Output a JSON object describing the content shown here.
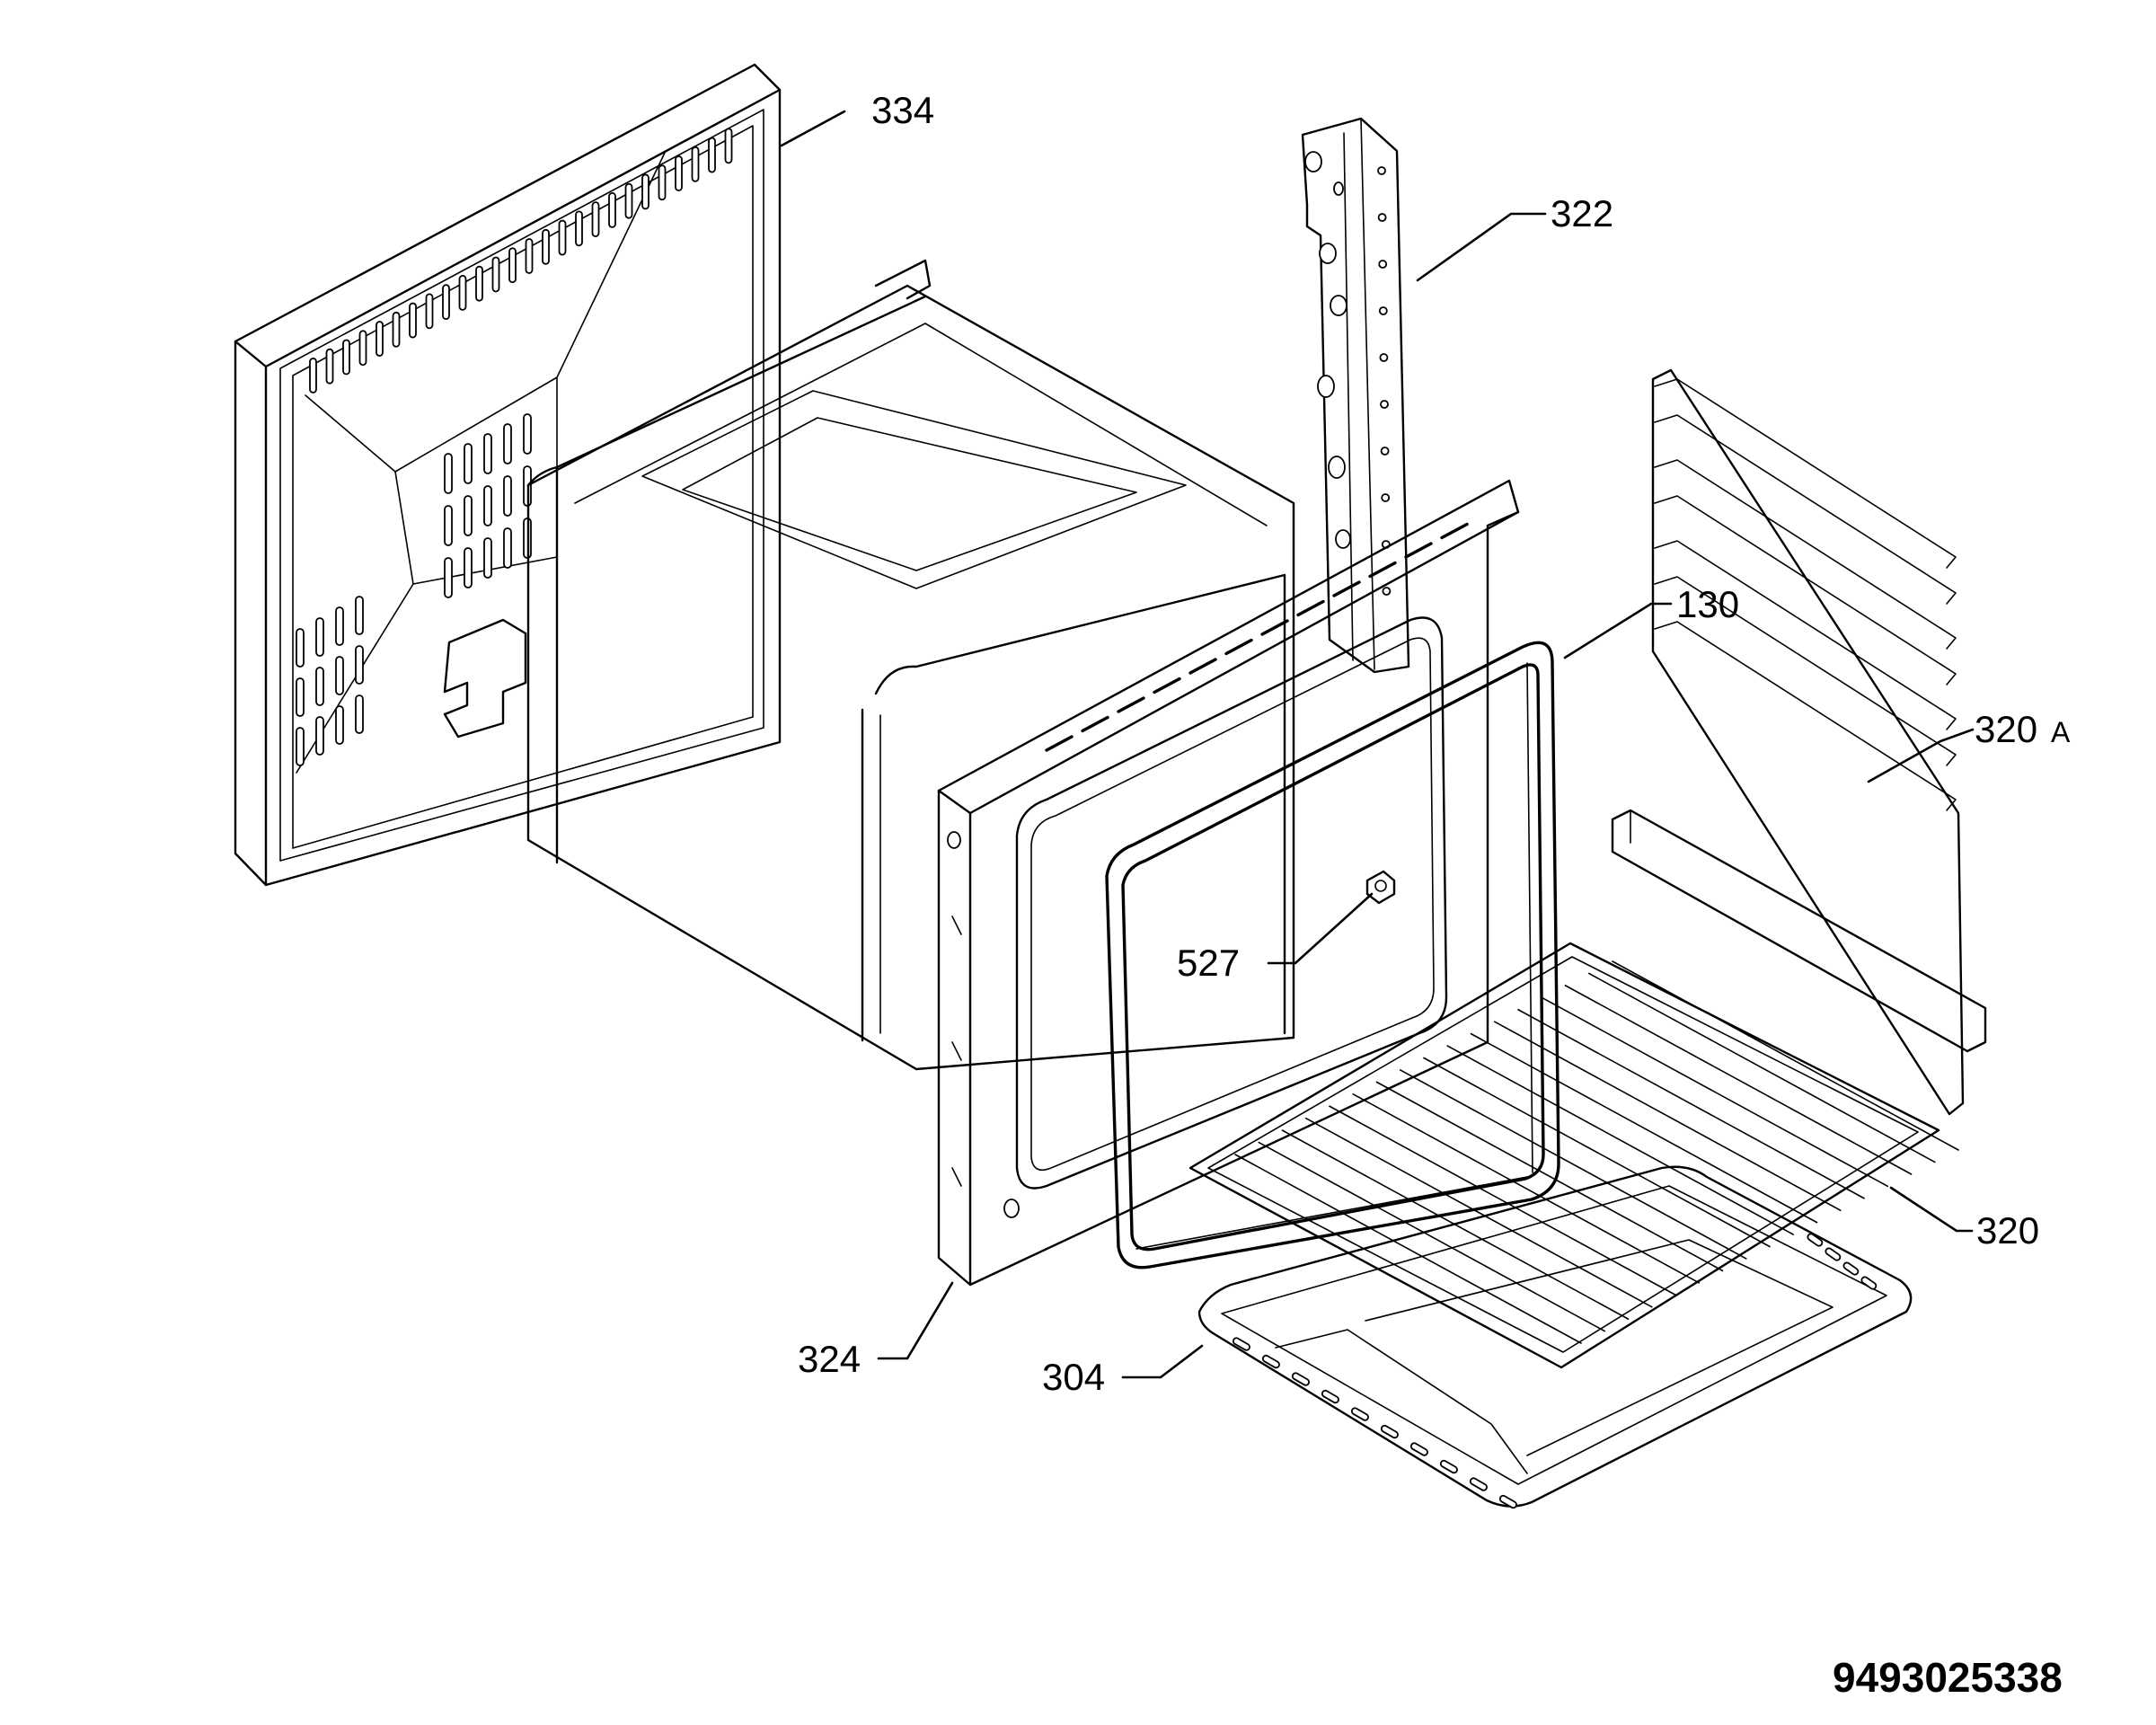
{
  "diagram": {
    "callouts": {
      "p334": "334",
      "p322": "322",
      "p130": "130",
      "p320a": "320",
      "p320a_suffix": "A",
      "p527": "527",
      "p320": "320",
      "p324": "324",
      "p304": "304"
    },
    "document_number": "9493025338"
  }
}
